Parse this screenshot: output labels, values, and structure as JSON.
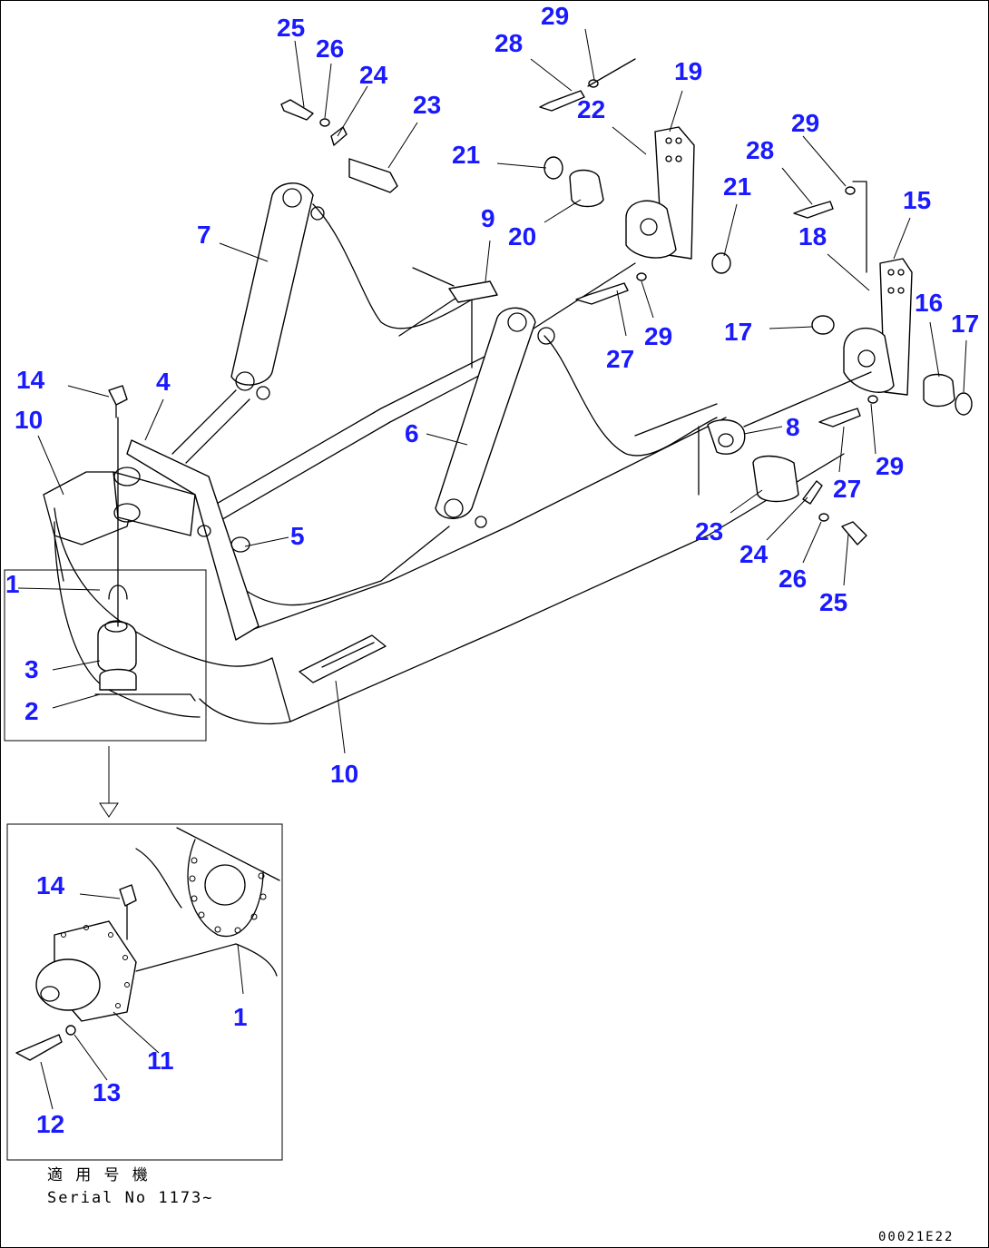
{
  "drawing": {
    "applicable_serial_jp": "適 用 号 機",
    "serial_label": "Serial No 1173~",
    "drawing_code": "00021E22"
  },
  "callouts": [
    {
      "id": "c25a",
      "text": "25"
    },
    {
      "id": "c26a",
      "text": "26"
    },
    {
      "id": "c24a",
      "text": "24"
    },
    {
      "id": "c23a",
      "text": "23"
    },
    {
      "id": "c28a",
      "text": "28"
    },
    {
      "id": "c29a",
      "text": "29"
    },
    {
      "id": "c22",
      "text": "22"
    },
    {
      "id": "c19",
      "text": "19"
    },
    {
      "id": "c21a",
      "text": "21"
    },
    {
      "id": "c20",
      "text": "20"
    },
    {
      "id": "c9",
      "text": "9"
    },
    {
      "id": "c7",
      "text": "7"
    },
    {
      "id": "c21b",
      "text": "21"
    },
    {
      "id": "c29b",
      "text": "29"
    },
    {
      "id": "c28b",
      "text": "28"
    },
    {
      "id": "c15",
      "text": "15"
    },
    {
      "id": "c18",
      "text": "18"
    },
    {
      "id": "c16",
      "text": "16"
    },
    {
      "id": "c17a",
      "text": "17"
    },
    {
      "id": "c17b",
      "text": "17"
    },
    {
      "id": "c27a",
      "text": "27"
    },
    {
      "id": "c29c",
      "text": "29"
    },
    {
      "id": "c14a",
      "text": "14"
    },
    {
      "id": "c4",
      "text": "4"
    },
    {
      "id": "c10a",
      "text": "10"
    },
    {
      "id": "c6",
      "text": "6"
    },
    {
      "id": "c8",
      "text": "8"
    },
    {
      "id": "c29d",
      "text": "29"
    },
    {
      "id": "c27b",
      "text": "27"
    },
    {
      "id": "c5",
      "text": "5"
    },
    {
      "id": "c23b",
      "text": "23"
    },
    {
      "id": "c24b",
      "text": "24"
    },
    {
      "id": "c26b",
      "text": "26"
    },
    {
      "id": "c25b",
      "text": "25"
    },
    {
      "id": "c1a",
      "text": "1"
    },
    {
      "id": "c3",
      "text": "3"
    },
    {
      "id": "c2",
      "text": "2"
    },
    {
      "id": "c10b",
      "text": "10"
    },
    {
      "id": "c14b",
      "text": "14"
    },
    {
      "id": "c1b",
      "text": "1"
    },
    {
      "id": "c11",
      "text": "11"
    },
    {
      "id": "c13",
      "text": "13"
    },
    {
      "id": "c12",
      "text": "12"
    }
  ]
}
